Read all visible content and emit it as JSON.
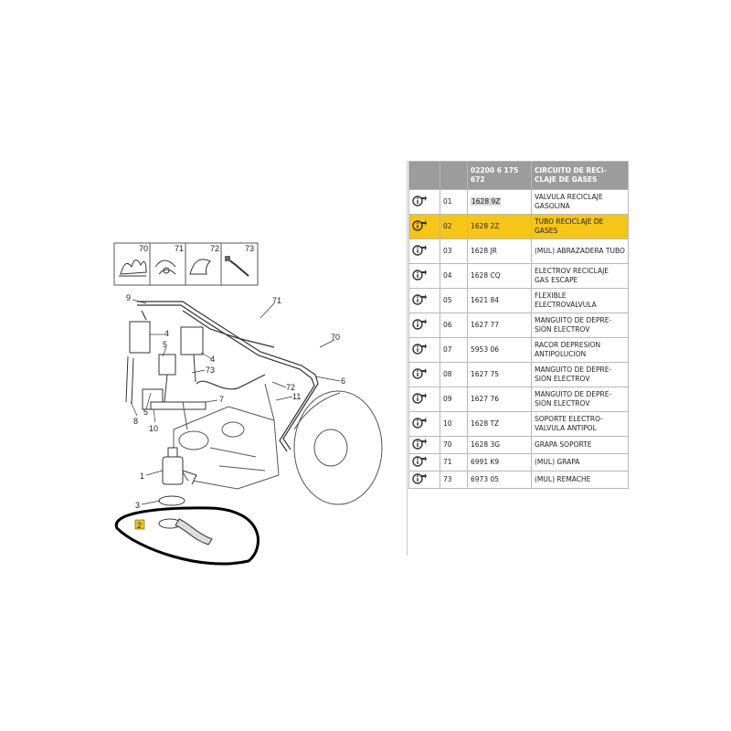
{
  "diagram": {
    "callouts": [
      "9",
      "71",
      "70",
      "4",
      "4",
      "5",
      "73",
      "5",
      "6",
      "8",
      "72",
      "11",
      "7",
      "10",
      "1",
      "3",
      "2"
    ],
    "inset_labels": [
      "70",
      "71",
      "72",
      "73"
    ],
    "highlight_color": "#f5c518"
  },
  "parts_table": {
    "headers": {
      "ref": "02200 6 175 672",
      "desc": "CIRCUITO DE RECI-CLAJE DE GASES"
    },
    "rows": [
      {
        "num": "01",
        "ref": "1628 9Z",
        "desc": "VALVULA RECICLAJE GASOLINA"
      },
      {
        "num": "02",
        "ref": "1628 2Z",
        "desc": "TUBO RECICLAJE DE GASES"
      },
      {
        "num": "03",
        "ref": "1628 JR",
        "desc": "(MUL) ABRAZADERA TUBO"
      },
      {
        "num": "04",
        "ref": "1628 CQ",
        "desc": "ELECTROV RECICLAJE GAS ESCAPE"
      },
      {
        "num": "05",
        "ref": "1621 84",
        "desc": "FLEXIBLE ELECTROVÁLVULA"
      },
      {
        "num": "06",
        "ref": "1627 77",
        "desc": "MANGUITO DE DEPRE-SIÓN ELECTROV"
      },
      {
        "num": "07",
        "ref": "5953 06",
        "desc": "RACOR DEPRESION ANTIPOLUCION"
      },
      {
        "num": "08",
        "ref": "1627 75",
        "desc": "MANGUITO DE DEPRE-SIÓN ELECTROV"
      },
      {
        "num": "09",
        "ref": "1627 76",
        "desc": "MANGUITO DE DEPRE-SIÓN ELECTROV"
      },
      {
        "num": "10",
        "ref": "1628 TZ",
        "desc": "SOPORTE ELECTRO-VALVULA ANTIPOL"
      },
      {
        "num": "70",
        "ref": "1628 3G",
        "desc": "GRAPA SOPORTE"
      },
      {
        "num": "71",
        "ref": "6991 K9",
        "desc": "(MUL) GRAPA"
      },
      {
        "num": "73",
        "ref": "6973 05",
        "desc": "(MUL) REMACHE"
      }
    ],
    "selected_row": "02"
  }
}
